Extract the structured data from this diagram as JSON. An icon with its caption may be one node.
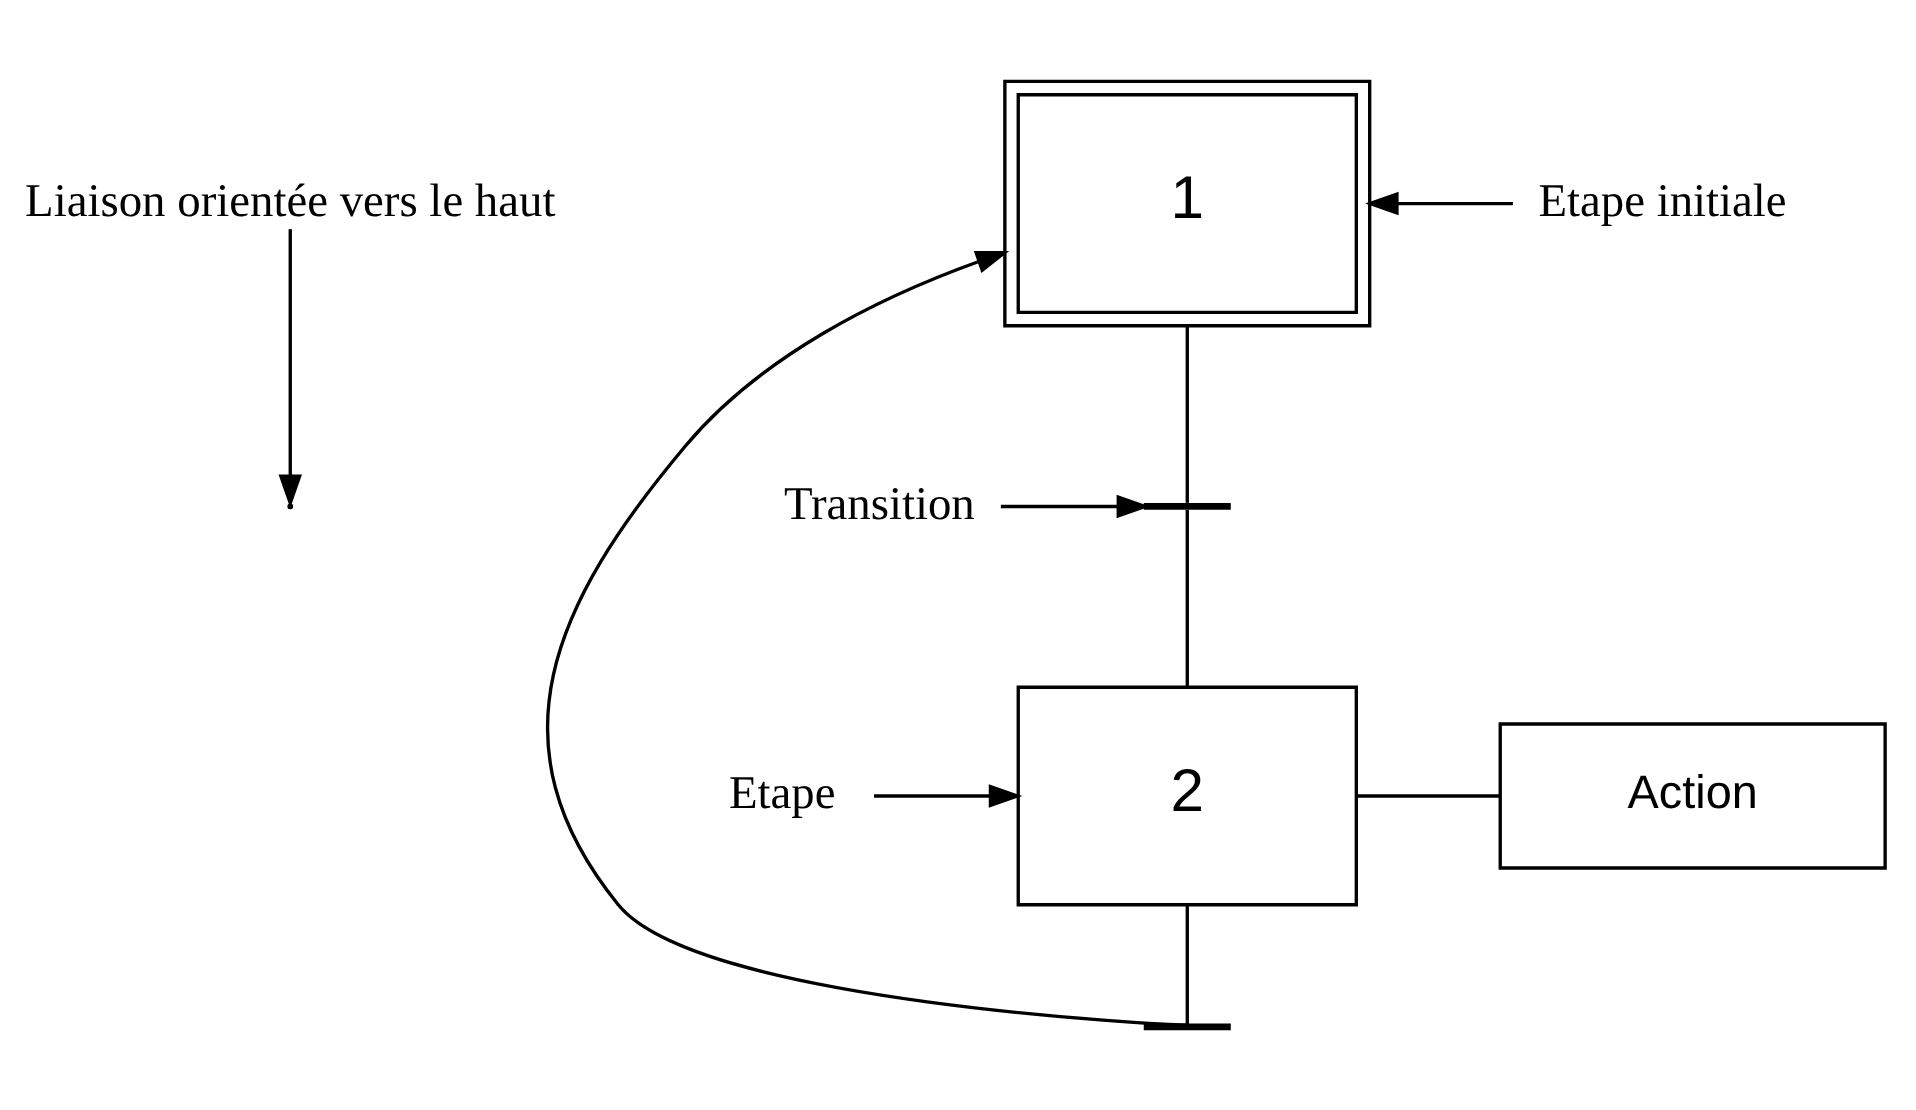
{
  "diagram": {
    "nodes": [
      {
        "text": [
          "Liaison orientée vers le haut"
        ]
      },
      {
        "text": [
          "1"
        ]
      },
      {
        "text": [
          "Etape initiale"
        ]
      },
      {
        "text": [
          "Transition"
        ]
      },
      {
        "text": [],
        "shape": "bar"
      },
      {
        "text": [
          "Etape"
        ]
      },
      {
        "text": [
          "2"
        ]
      },
      {
        "text": [
          "Action"
        ]
      },
      {
        "text": [],
        "shape": "bar"
      }
    ],
    "edges": [
      {
        "from": 1,
        "to": 4,
        "arrow": "none"
      },
      {
        "from": 4,
        "to": 6,
        "arrow": "none"
      },
      {
        "from": 6,
        "to": 7,
        "arrow": "none"
      },
      {
        "from": 6,
        "to": 8,
        "arrow": "none"
      },
      {
        "from": 8,
        "to": 1,
        "arrow": "to"
      },
      {
        "from": 0,
        "to": null,
        "arrow": "to"
      },
      {
        "from": 2,
        "to": 1,
        "arrow": "to"
      },
      {
        "from": 3,
        "to": 4,
        "arrow": "to"
      },
      {
        "from": 5,
        "to": 6,
        "arrow": "to"
      }
    ]
  }
}
